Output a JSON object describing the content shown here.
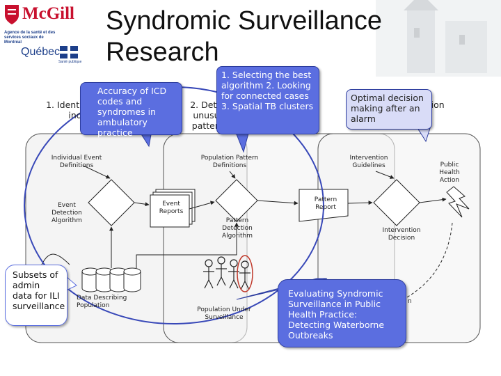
{
  "header": {
    "title": "Syndromic Surveillance Research",
    "logo": {
      "wordmark": "McGill",
      "agency_text": "Agence de la santé et des services sociaux de Montréal",
      "quebec": "Québec",
      "sante_publique": "Santé publique"
    }
  },
  "steps": {
    "step1": "1. Identify syndromic individuals",
    "step2": "2. Detect unusual patterns",
    "step3": "3. Use information"
  },
  "nodes": {
    "individual_event_definitions": "Individual Event Definitions",
    "population_pattern_definitions": "Population Pattern Definitions",
    "intervention_guidelines": "Intervention Guidelines",
    "public_health_action": "Public Health Action",
    "event_detection_algorithm": "Event Detection Algorithm",
    "event_reports": "Event Reports",
    "pattern_report": "Pattern Report",
    "pattern_detection_algorithm": "Pattern Detection Algorithm",
    "intervention_decision": "Intervention Decision",
    "data_describing_population": "Data Describing Population",
    "population_under_surveillance": "Population Under Surveillance",
    "hidden_label_fragment": "n"
  },
  "callouts": {
    "icd": "Accuracy of ICD codes and syndromes in ambulatory practice",
    "algorithm": "1. Selecting the best algorithm 2. Looking for connected cases 3. Spatial TB clusters",
    "decision": "Optimal decision making after an alarm",
    "subsets": "Subsets of admin data for ILI surveillance",
    "evaluating": "Evaluating Syndromic Surveillance in Public Health Practice: Detecting Waterborne Outbreaks"
  },
  "colors": {
    "callout_blue": "#5b6ee0",
    "panel_border": "#555555",
    "ellipse_red": "#c0392b",
    "mcgill_red": "#c8102e",
    "quebec_blue": "#1d3f8a"
  }
}
